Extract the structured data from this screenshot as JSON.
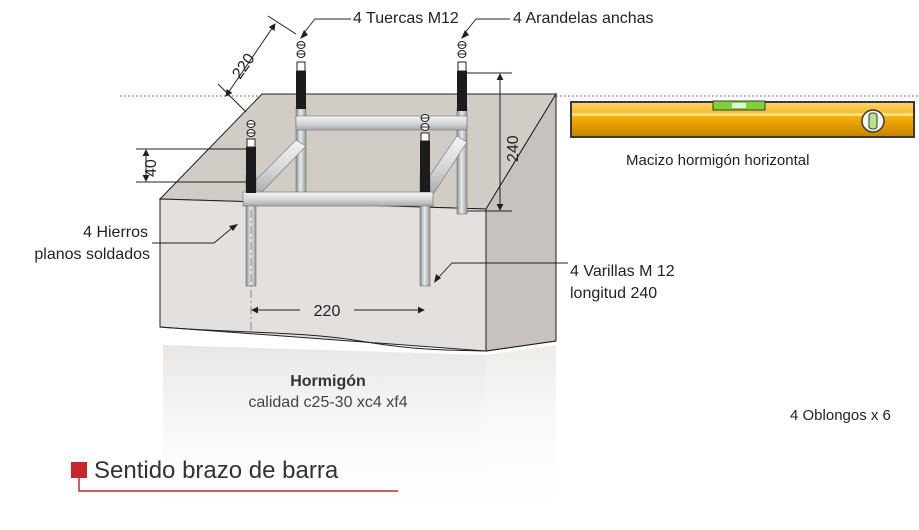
{
  "labels": {
    "nuts": "4 Tuercas M12",
    "washers": "4 Arandelas anchas",
    "flat_bars_line1": "4 Hierros",
    "flat_bars_line2": "planos soldados",
    "rods_line1": "4 Varillas M 12",
    "rods_line2": "longitud 240",
    "level_caption": "Macizo hormigón horizontal",
    "concrete_title": "Hormigón",
    "concrete_quality": "calidad c25-30 xc4 xf4",
    "oblongs": "4 Oblongos x 6",
    "arm_direction": "Sentido brazo de barra"
  },
  "dimensions": {
    "diagonal": "220",
    "width": "220",
    "height": "240",
    "protrusion": "40"
  },
  "colors": {
    "accent_red": "#c9252c",
    "level_yellow": "#f2a900",
    "concrete_top": "#d2ccc6",
    "concrete_front": "#e3e0dd",
    "concrete_side": "#c7c2bd",
    "rod_grey": "#bcbdbf",
    "sleeve_black": "#1c1c1c"
  },
  "icons": {
    "level": "spirit-level-icon",
    "marker": "red-square-marker"
  }
}
